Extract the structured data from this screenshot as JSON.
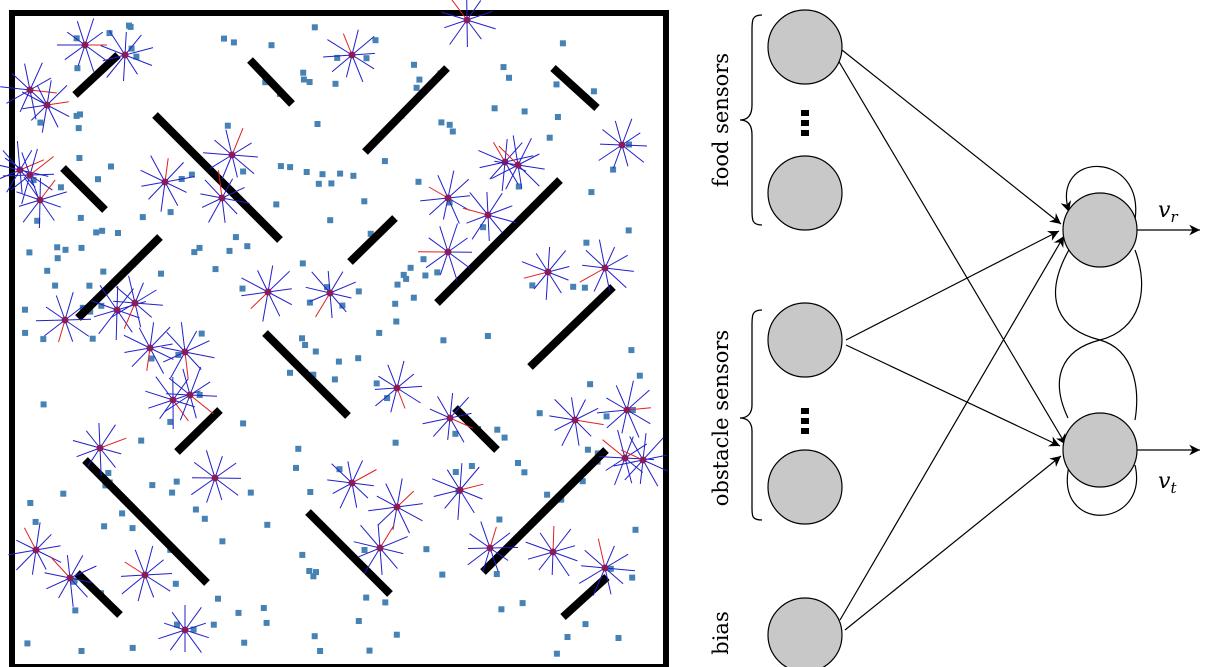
{
  "network": {
    "groups": [
      {
        "id": "food",
        "label": "food sensors"
      },
      {
        "id": "obstacle",
        "label": "obstacle sensors"
      },
      {
        "id": "bias",
        "label": "bias"
      }
    ],
    "outputs": [
      {
        "id": "vr",
        "symbol": "v",
        "subscript": "r"
      },
      {
        "id": "vt",
        "symbol": "v",
        "subscript": "t"
      }
    ],
    "colors": {
      "node_fill": "#c8c8c8",
      "food_item": "#4682b4",
      "agent_body": "#8b1a5a",
      "sensor_ray": "#1f1fcc",
      "sensor_ray_hit": "#e02020",
      "obstacle": "#000000"
    }
  },
  "simulation": {
    "description_icons": [
      "arena-border",
      "obstacle-bars",
      "food-items",
      "agents-with-sensor-rays"
    ]
  }
}
